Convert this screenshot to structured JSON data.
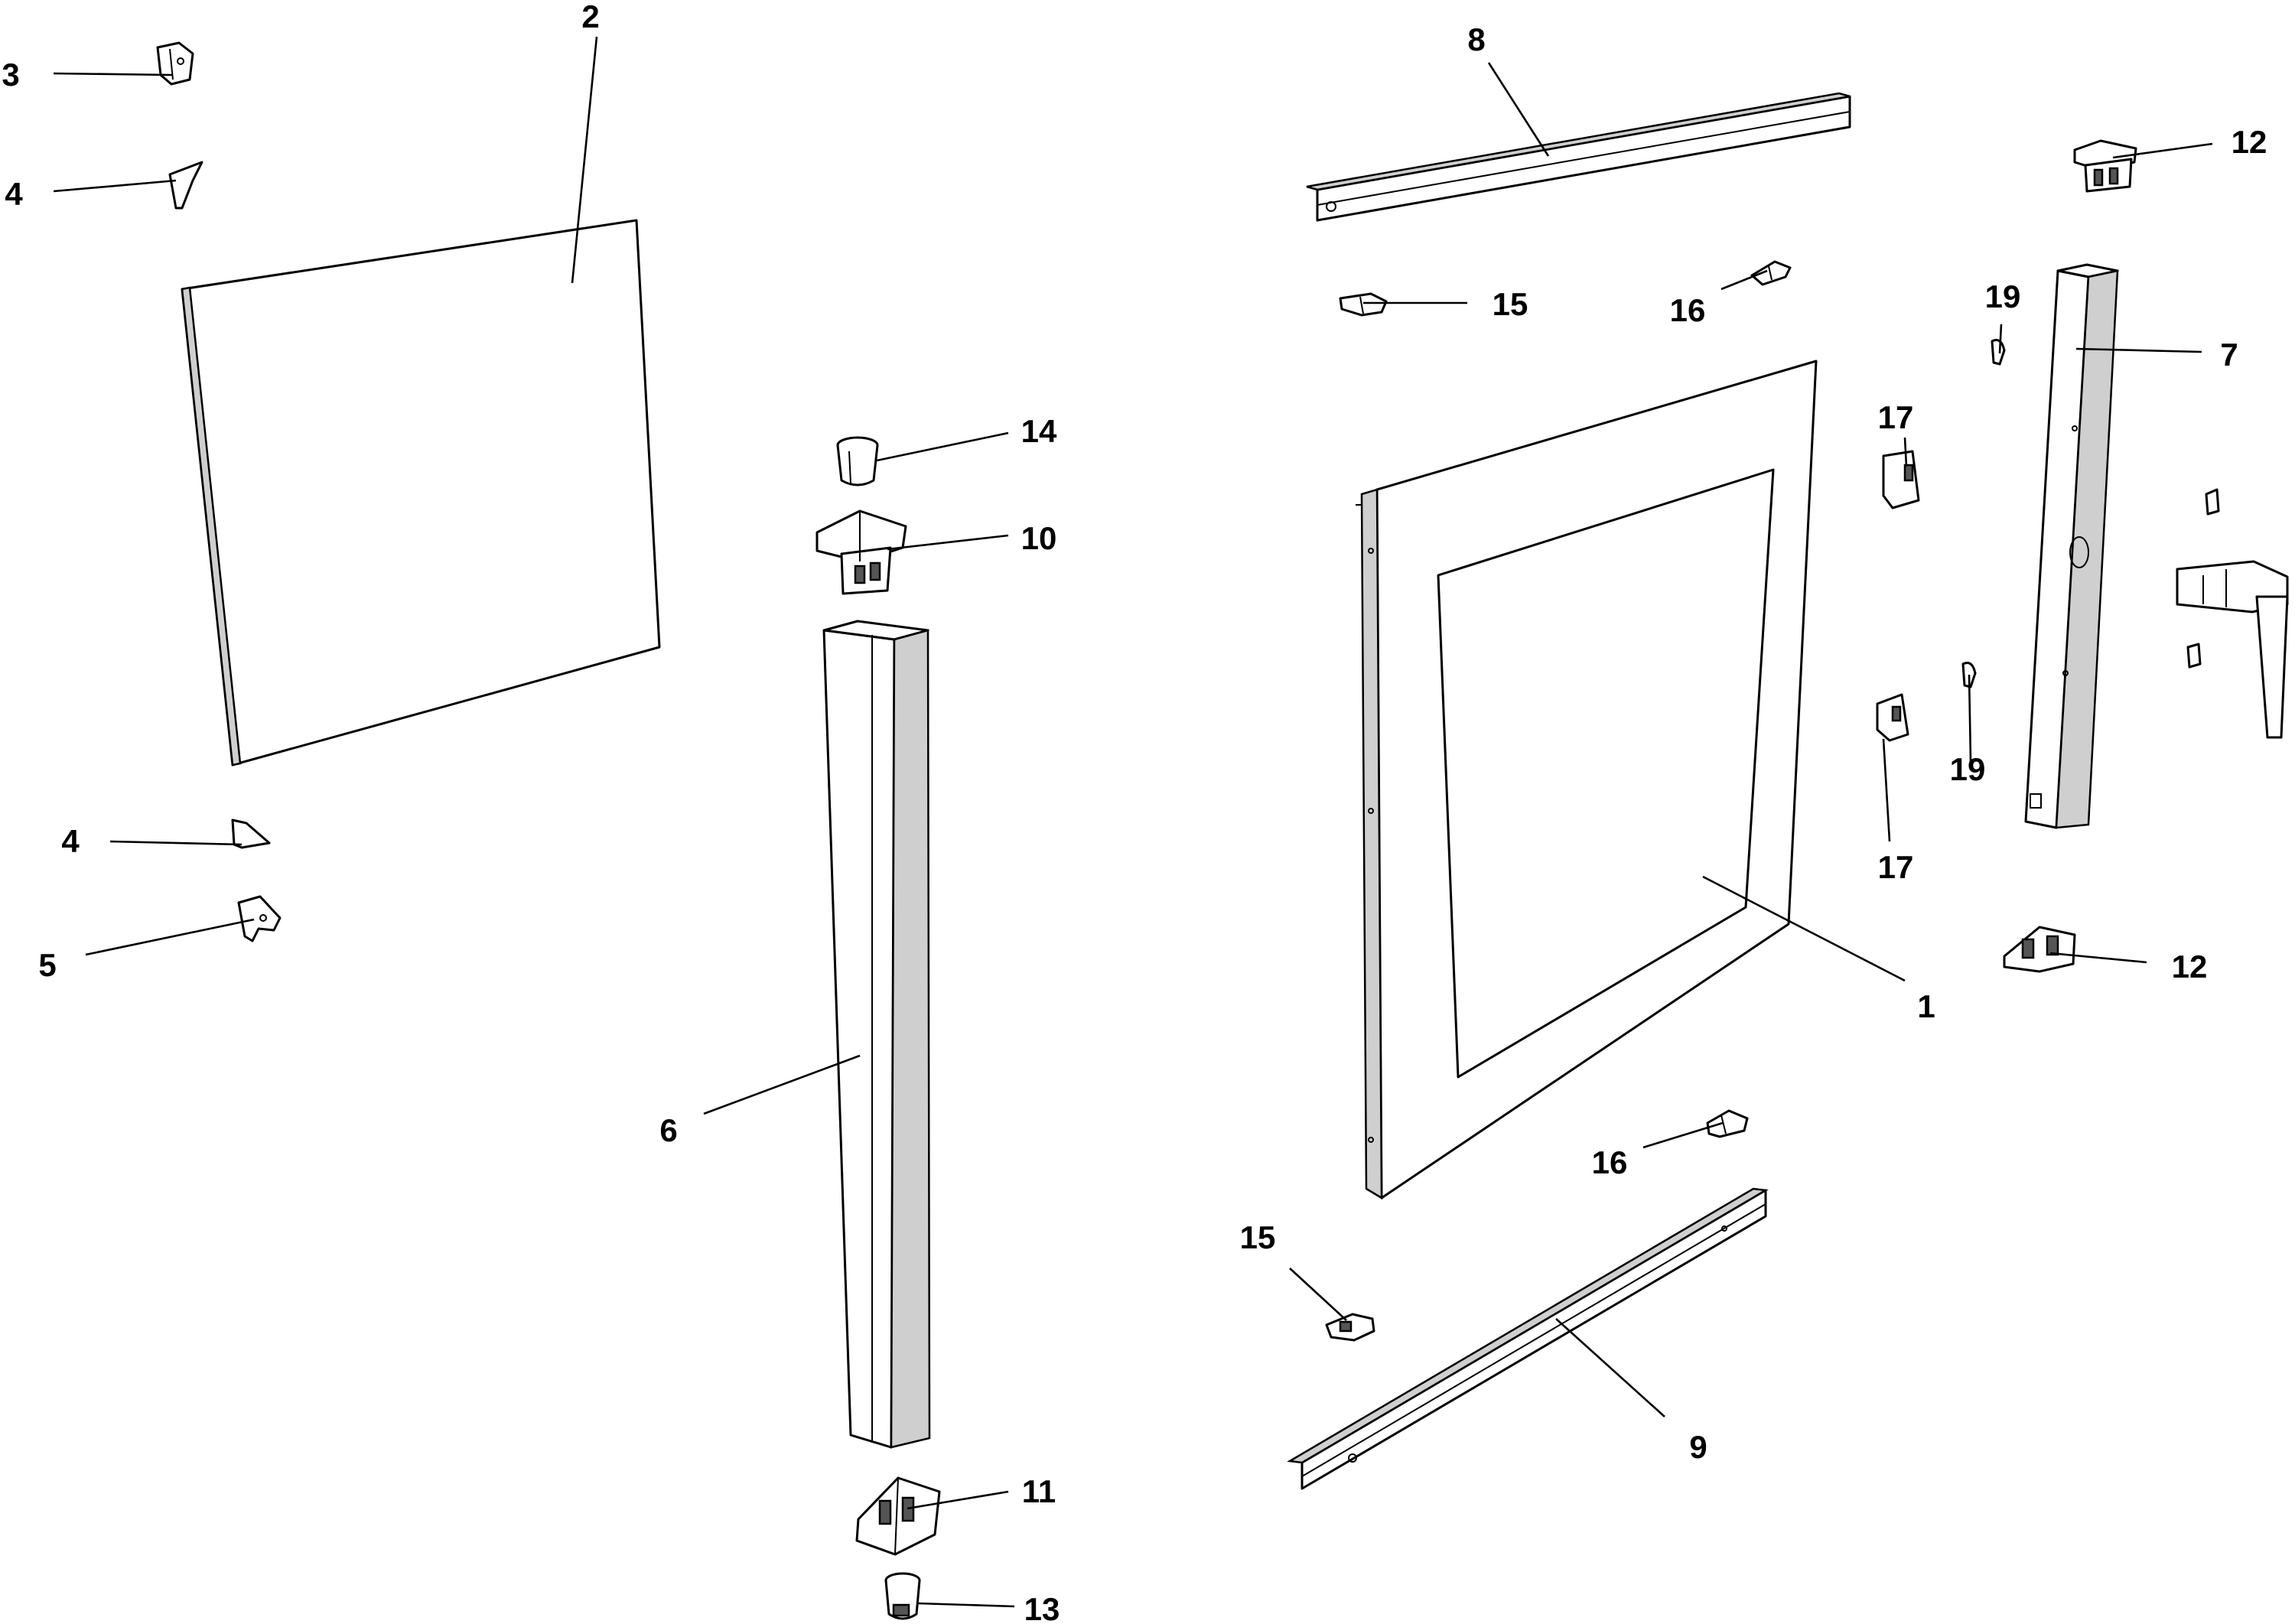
{
  "callouts": {
    "c1": "1",
    "c2": "2",
    "c3": "3",
    "c4a": "4",
    "c4b": "4",
    "c5": "5",
    "c6": "6",
    "c7": "7",
    "c8": "8",
    "c9": "9",
    "c10": "10",
    "c11": "11",
    "c12a": "12",
    "c12b": "12",
    "c13": "13",
    "c14": "14",
    "c15a": "15",
    "c15b": "15",
    "c16a": "16",
    "c16b": "16",
    "c17a": "17",
    "c17b": "17",
    "c19a": "19",
    "c19b": "19"
  }
}
